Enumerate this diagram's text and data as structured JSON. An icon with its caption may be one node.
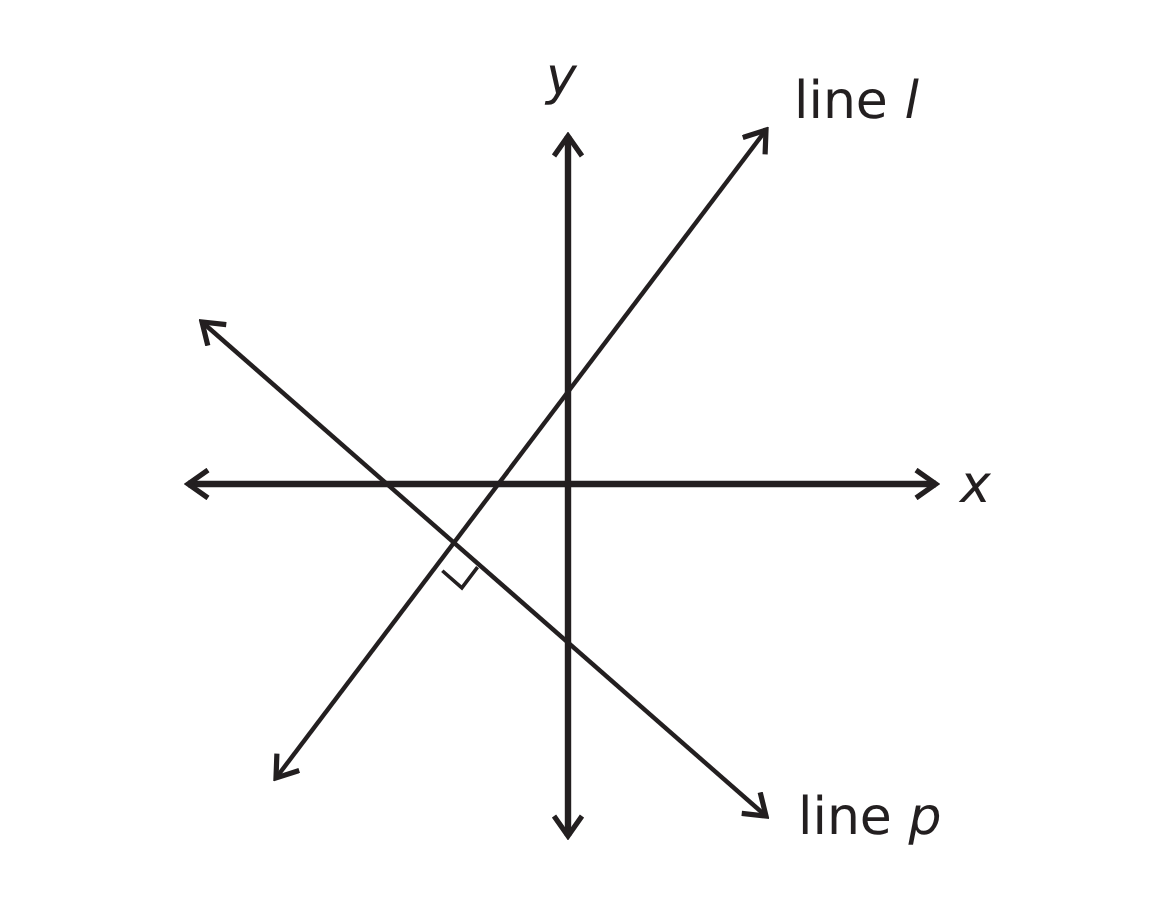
{
  "diagram": {
    "labels": [
      "*y*",
      "line *l*",
      "*x*",
      "line *p*"
    ]
  }
}
